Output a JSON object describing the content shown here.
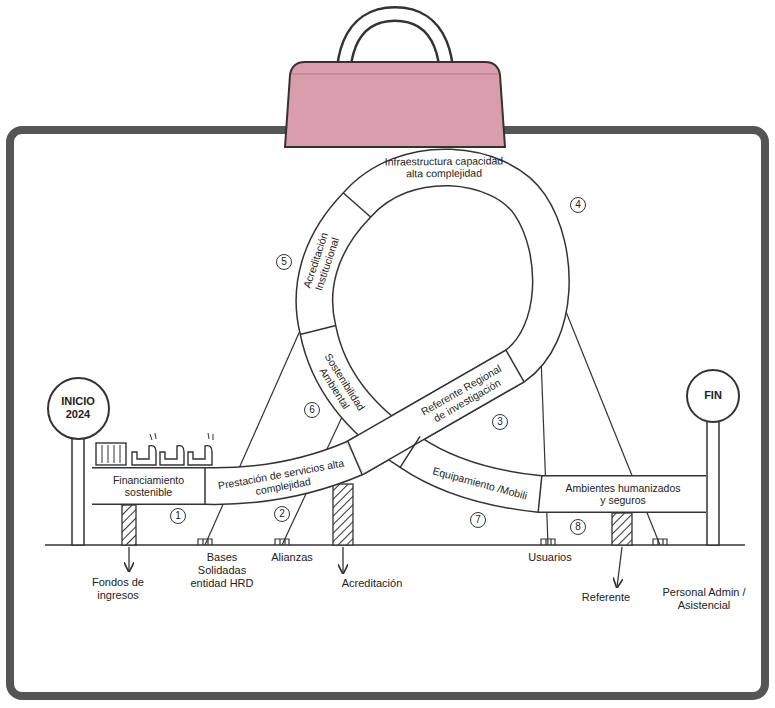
{
  "diagram": {
    "nodes": [
      {
        "text": [
          "INICIO 2024"
        ]
      },
      {
        "text": [
          "Financiamiento sostenible"
        ]
      },
      {
        "text": [
          "Prestación de servicios alta complejidad"
        ]
      },
      {
        "text": [
          "Referente Regional de investigación"
        ]
      },
      {
        "text": [
          "Infraestructura capacidad alta complejidad"
        ]
      },
      {
        "text": [
          "Acreditación Institucional"
        ]
      },
      {
        "text": [
          "Sostenibilidad Ambiental"
        ]
      },
      {
        "text": [
          "Equipamiento /Mobili"
        ]
      },
      {
        "text": [
          "Ambientes humanizados y seguros"
        ]
      },
      {
        "text": [
          "FIN"
        ]
      }
    ],
    "labels": [
      "1",
      "2",
      "3",
      "4",
      "5",
      "6",
      "7",
      "8",
      "Fondos de ingresos",
      "Bases Solidadas entidad HRD",
      "Alianzas",
      "Acreditación",
      "Usuarios",
      "Referente",
      "Personal Admin / Asistencial"
    ]
  }
}
